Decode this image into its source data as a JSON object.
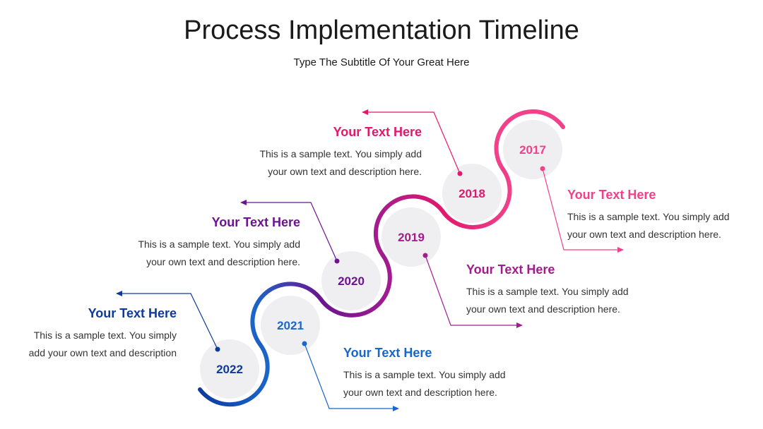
{
  "title": "Process Implementation Timeline",
  "subtitle": "Type The Subtitle Of Your Great Here",
  "colors": {
    "y2017": "#f0418a",
    "y2018": "#e2186c",
    "y2019": "#a21c8f",
    "y2020": "#6c1490",
    "y2021": "#1a66c9",
    "y2022": "#0d3a9c",
    "node_fill": "#efeff2"
  },
  "milestones": [
    {
      "year": "2017",
      "heading": "Your Text Here",
      "line1": "This is a sample text. You simply add",
      "line2": "your own text and description here."
    },
    {
      "year": "2018",
      "heading": "Your Text Here",
      "line1": "This is a sample text. You simply add",
      "line2": "your own text and description here."
    },
    {
      "year": "2019",
      "heading": "Your Text Here",
      "line1": "This is a sample text. You simply add",
      "line2": "your own text and description here."
    },
    {
      "year": "2020",
      "heading": "Your Text Here",
      "line1": "This is a sample text. You simply add",
      "line2": "your own text and description here."
    },
    {
      "year": "2021",
      "heading": "Your Text Here",
      "line1": "This is a sample text. You simply add",
      "line2": "your own text and description here."
    },
    {
      "year": "2022",
      "heading": "Your Text Here",
      "line1": "This is a sample text. You simply",
      "line2": "add your own text and description"
    }
  ]
}
